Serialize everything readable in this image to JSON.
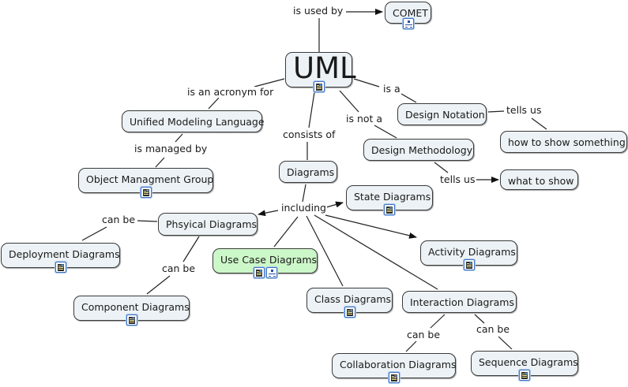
{
  "nodes": {
    "uml": {
      "label": "UML",
      "icons": [
        "document-image-icon"
      ]
    },
    "comet": {
      "label": "COMET",
      "icons": [
        "concept-map-icon"
      ]
    },
    "unified": {
      "label": "Unified Modeling Language",
      "icons": []
    },
    "omg": {
      "label": "Object Managment Group",
      "icons": [
        "document-image-icon"
      ]
    },
    "diagrams": {
      "label": "Diagrams",
      "icons": []
    },
    "design_notation": {
      "label": "Design Notation",
      "icons": []
    },
    "how_to_show": {
      "label": "how to show something",
      "icons": []
    },
    "design_methodology": {
      "label": "Design Methodology",
      "icons": []
    },
    "what_to_show": {
      "label": "what to show",
      "icons": []
    },
    "state": {
      "label": "State Diagrams",
      "icons": [
        "document-image-icon"
      ]
    },
    "physical": {
      "label": "Phsyical Diagrams",
      "icons": []
    },
    "deployment": {
      "label": "Deployment Diagrams",
      "icons": [
        "document-image-icon"
      ]
    },
    "component": {
      "label": "Component Diagrams",
      "icons": [
        "document-image-icon"
      ]
    },
    "use_case": {
      "label": "Use Case Diagrams",
      "icons": [
        "document-image-icon",
        "concept-map-icon"
      ],
      "highlight_color": "#ccf7c8"
    },
    "activity": {
      "label": "Activity Diagrams",
      "icons": [
        "document-image-icon"
      ]
    },
    "class": {
      "label": "Class Diagrams",
      "icons": [
        "document-image-icon"
      ]
    },
    "interaction": {
      "label": "Interaction Diagrams",
      "icons": []
    },
    "collaboration": {
      "label": "Collaboration Diagrams",
      "icons": [
        "document-image-icon"
      ]
    },
    "sequence": {
      "label": "Sequence Diagrams",
      "icons": [
        "document-image-icon"
      ]
    }
  },
  "linking_phrases": {
    "is_used_by": "is used by",
    "is_acronym_for": "is an acronym for",
    "is_managed_by": "is managed by",
    "consists_of": "consists of",
    "is_a": "is a",
    "is_not_a": "is not a",
    "tells_us_1": "tells us",
    "tells_us_2": "tells us",
    "including": "including",
    "can_be_phys": "can be",
    "can_be_phys2": "can be",
    "can_be_inter1": "can be",
    "can_be_inter2": "can be"
  },
  "connections": [
    {
      "from": "uml",
      "via": "is_used_by",
      "to": "comet",
      "arrow": true
    },
    {
      "from": "uml",
      "via": "is_acronym_for",
      "to": "unified",
      "arrow": false
    },
    {
      "from": "unified",
      "via": "is_managed_by",
      "to": "omg",
      "arrow": false
    },
    {
      "from": "uml",
      "via": "consists_of",
      "to": "diagrams",
      "arrow": false
    },
    {
      "from": "uml",
      "via": "is_a",
      "to": "design_notation",
      "arrow": false
    },
    {
      "from": "design_notation",
      "via": "tells_us_1",
      "to": "how_to_show",
      "arrow": false
    },
    {
      "from": "uml",
      "via": "is_not_a",
      "to": "design_methodology",
      "arrow": false
    },
    {
      "from": "design_methodology",
      "via": "tells_us_2",
      "to": "what_to_show",
      "arrow": true
    },
    {
      "from": "diagrams",
      "via": "including",
      "to": [
        "state",
        "physical",
        "use_case",
        "activity",
        "class",
        "interaction"
      ]
    },
    {
      "from": "physical",
      "via": "can_be_phys",
      "to": "deployment",
      "arrow": false
    },
    {
      "from": "physical",
      "via": "can_be_phys2",
      "to": "component",
      "arrow": false
    },
    {
      "from": "interaction",
      "via": "can_be_inter1",
      "to": "collaboration",
      "arrow": false
    },
    {
      "from": "interaction",
      "via": "can_be_inter2",
      "to": "sequence",
      "arrow": false
    }
  ]
}
